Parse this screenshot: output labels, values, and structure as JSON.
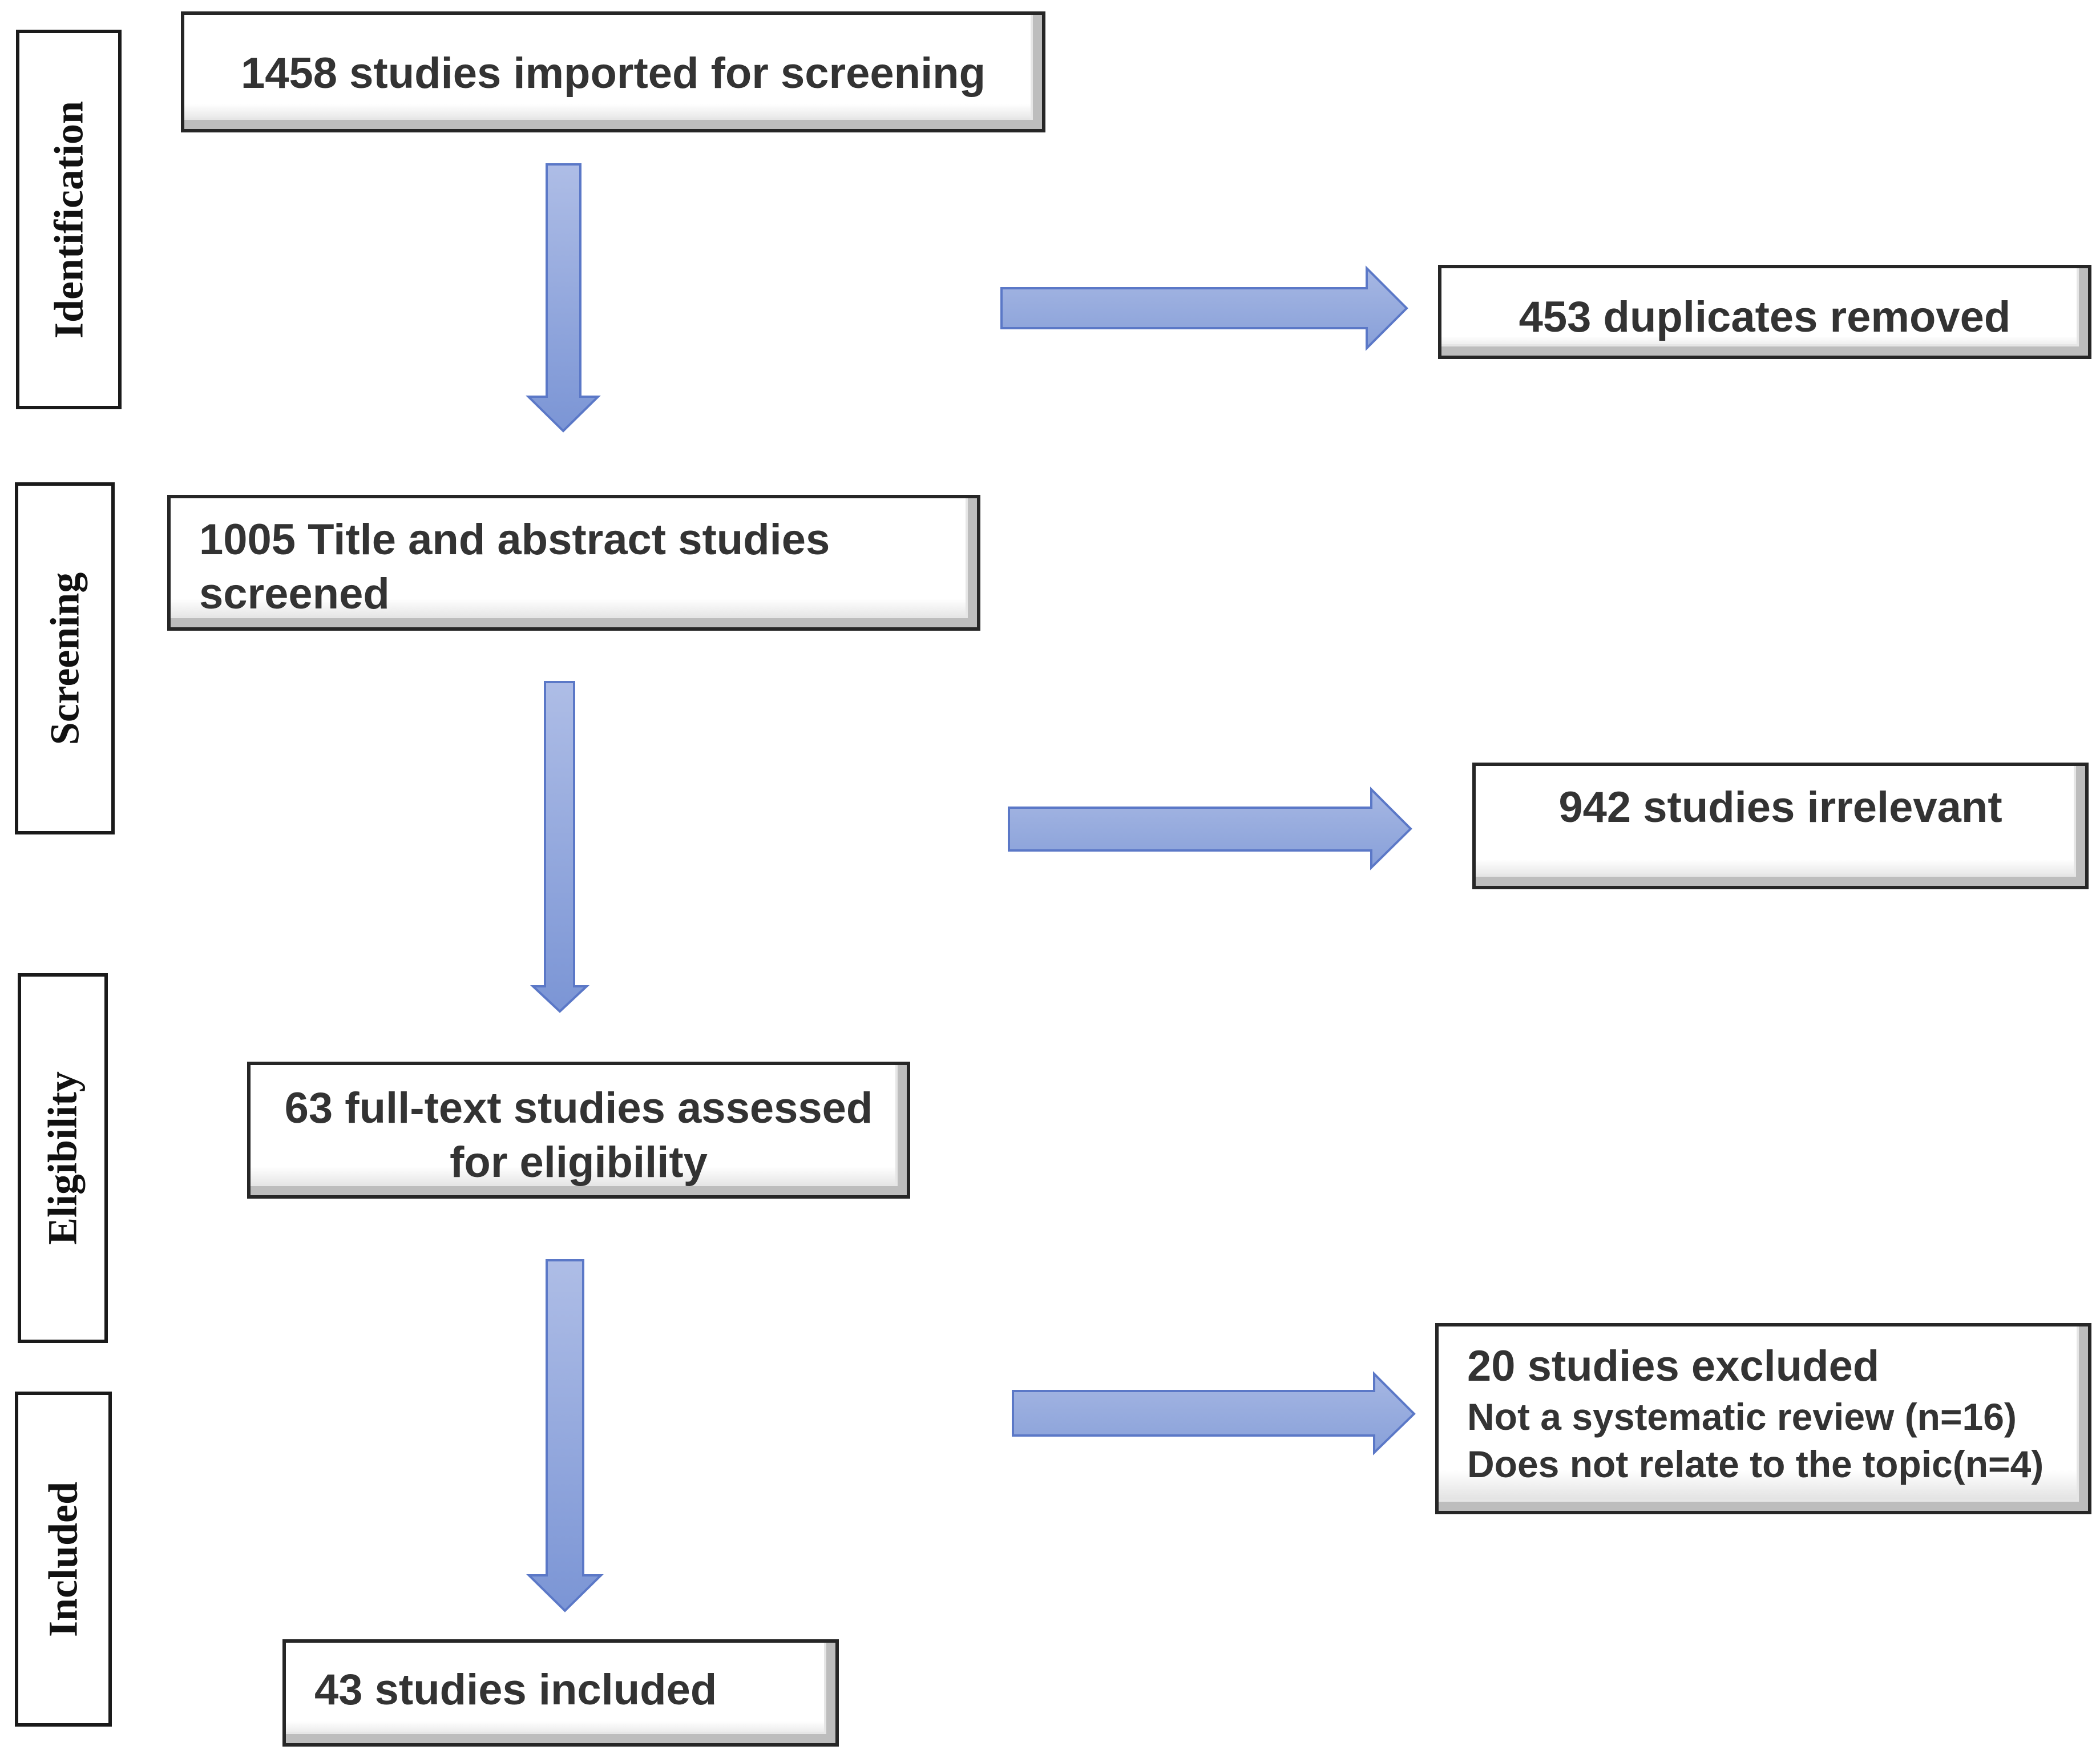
{
  "stages": {
    "identification": "Identification",
    "screening": "Screening",
    "eligibility": "Eligibility",
    "included": "Included"
  },
  "boxes": {
    "imported": "1458 studies imported for screening",
    "duplicates": "453 duplicates removed",
    "screened_line1": "1005 Title and abstract studies",
    "screened_line2": "screened",
    "irrelevant": "942 studies irrelevant",
    "fulltext_line1": "63 full-text studies assessed",
    "fulltext_line2": "for eligibility",
    "excluded_title": "20 studies excluded",
    "excluded_reason1": "Not a systematic review (n=16)",
    "excluded_reason2": "Does not relate to the topic(n=4)",
    "included": "43 studies included"
  },
  "colors": {
    "arrow_fill_light": "#a9b8e3",
    "arrow_fill_dark": "#7f98d6",
    "arrow_stroke": "#5b78c7",
    "box_border": "#262626",
    "text": "#333333"
  }
}
